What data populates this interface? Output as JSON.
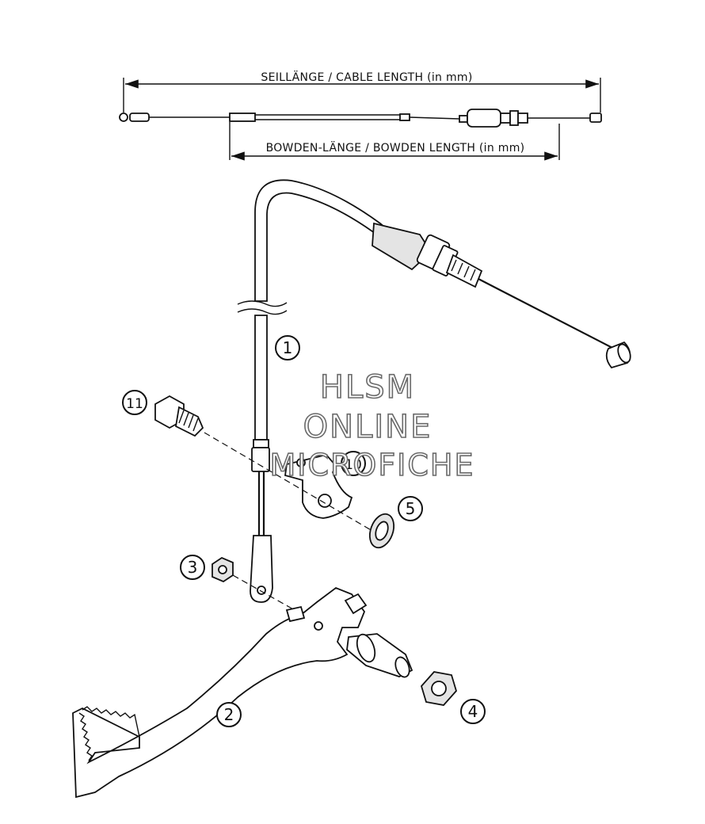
{
  "dimensions": {
    "cable_length_label": "SEILLÄNGE / CABLE LENGTH (in mm)",
    "bowden_length_label": "BOWDEN-LÄNGE / BOWDEN LENGTH (in mm)"
  },
  "callouts": {
    "cable": "1",
    "pedal": "2",
    "small_nut": "3",
    "flange_nut": "4",
    "washer": "5",
    "bracket": "10",
    "bolt": "11"
  },
  "watermark": {
    "line1": "HLSM",
    "line2": "ONLINE",
    "line3": "MICROFICHE"
  }
}
